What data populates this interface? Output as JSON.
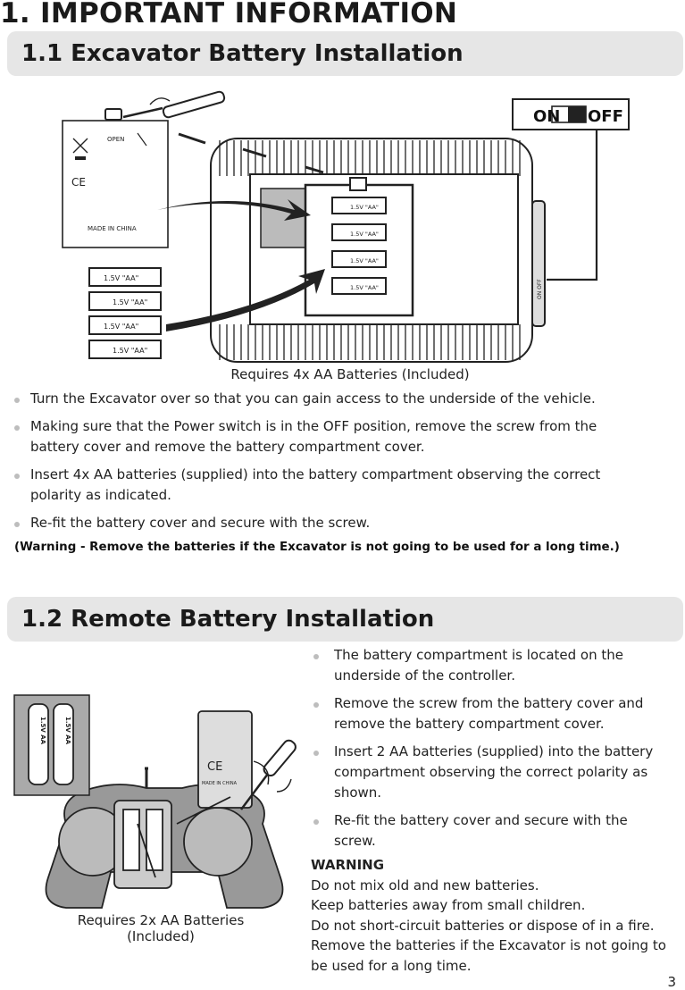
{
  "page_title": "1. IMPORTANT INFORMATION",
  "sections": [
    {
      "heading": "1.1 Excavator Battery Installation",
      "figure": {
        "caption": "Requires 4x AA Batteries (Included)",
        "switch_on": "ON",
        "switch_off": "OFF",
        "cover_open": "OPEN",
        "cover_ce": "CE",
        "cover_made": "MADE IN CHINA",
        "battery_label": "1.5V \"AA\"",
        "side_switch": "ON OFF"
      },
      "bullets": [
        "Turn the Excavator over so that you can gain access to the underside of the vehicle.",
        "Making sure that the Power switch is in the OFF position, remove the screw from the battery cover and remove the battery compartment cover.",
        "Insert 4x AA batteries (supplied) into the battery compartment observing the correct polarity as indicated.",
        "Re-fit the battery cover and secure with the screw."
      ],
      "warning": "(Warning - Remove the batteries if the Excavator is not going to be used for a long time.)"
    },
    {
      "heading": "1.2 Remote Battery Installation",
      "figure": {
        "caption_line1": "Requires 2x AA Batteries",
        "caption_line2": "(Included)",
        "battery_label": "1.5V AA",
        "cover_ce": "CE",
        "cover_made": "MADE IN CHINA"
      },
      "bullets": [
        "The battery compartment is located on the underside of the controller.",
        "Remove the screw from the battery cover and remove the battery compartment cover.",
        "Insert 2 AA batteries (supplied) into the battery compartment observing the correct polarity as shown.",
        "Re-fit the battery cover and secure with the screw."
      ],
      "warning_title": "WARNING",
      "warning_lines": [
        "Do not mix old and new batteries.",
        "Keep batteries away from small children.",
        "Do not short-circuit batteries or dispose of in a fire.",
        "Remove the batteries if the Excavator is not going to be used for a long time."
      ]
    }
  ],
  "page_number": "3"
}
